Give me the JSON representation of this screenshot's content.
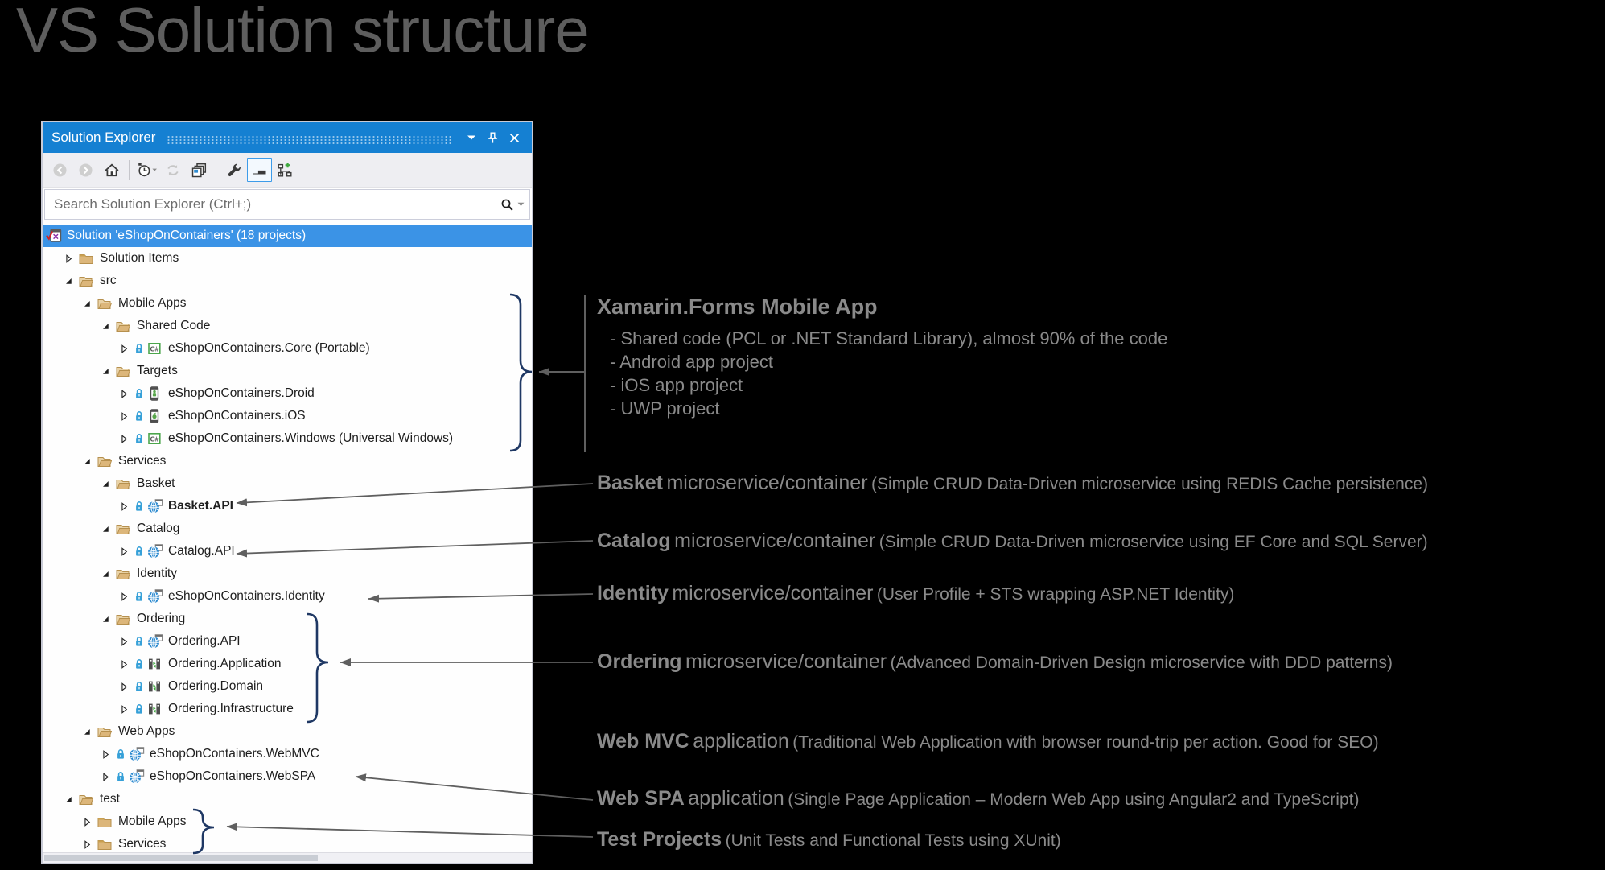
{
  "header": {
    "title": "VS Solution structure"
  },
  "panel": {
    "title": "Solution Explorer",
    "titlebar_icons": [
      "chevron-down-icon",
      "pin-icon",
      "close-icon"
    ],
    "toolbar_groups": [
      [
        "back",
        "forward",
        "home"
      ],
      [
        "history",
        "refresh",
        "collapse-all"
      ],
      [
        "properties",
        "preview-selected-items",
        "sync-with-active-document"
      ]
    ],
    "search": {
      "placeholder": "Search Solution Explorer (Ctrl+;)",
      "icons": [
        "search-icon",
        "chevron-down-icon"
      ]
    }
  },
  "tree": {
    "rows": [
      {
        "label": "Solution 'eShopOnContainers' (18 projects)",
        "level": 0,
        "icon": "solution",
        "selected": true
      },
      {
        "label": "Solution Items",
        "level": 1,
        "icon": "folder",
        "expander": "collapsed"
      },
      {
        "label": "src",
        "level": 1,
        "icon": "folder-open",
        "expander": "expanded"
      },
      {
        "label": "Mobile Apps",
        "level": 2,
        "icon": "folder-open",
        "expander": "expanded"
      },
      {
        "label": "Shared Code",
        "level": 3,
        "icon": "folder-open",
        "expander": "expanded"
      },
      {
        "label": "eShopOnContainers.Core (Portable)",
        "level": 4,
        "icon": "csharp",
        "lock": true,
        "expander": "collapsed"
      },
      {
        "label": "Targets",
        "level": 3,
        "icon": "folder-open",
        "expander": "expanded"
      },
      {
        "label": "eShopOnContainers.Droid",
        "level": 4,
        "icon": "droid",
        "lock": true,
        "expander": "collapsed"
      },
      {
        "label": "eShopOnContainers.iOS",
        "level": 4,
        "icon": "ios",
        "lock": true,
        "expander": "collapsed"
      },
      {
        "label": "eShopOnContainers.Windows (Universal Windows)",
        "level": 4,
        "icon": "csharp",
        "lock": true,
        "expander": "collapsed"
      },
      {
        "label": "Services",
        "level": 2,
        "icon": "folder-open",
        "expander": "expanded"
      },
      {
        "label": "Basket",
        "level": 3,
        "icon": "folder-open",
        "expander": "expanded"
      },
      {
        "label": "Basket.API",
        "level": 4,
        "icon": "web",
        "lock": true,
        "expander": "collapsed",
        "bold": true
      },
      {
        "label": "Catalog",
        "level": 3,
        "icon": "folder-open",
        "expander": "expanded"
      },
      {
        "label": "Catalog.API",
        "level": 4,
        "icon": "web",
        "lock": true,
        "expander": "collapsed"
      },
      {
        "label": "Identity",
        "level": 3,
        "icon": "folder-open",
        "expander": "expanded"
      },
      {
        "label": "eShopOnContainers.Identity",
        "level": 4,
        "icon": "web",
        "lock": true,
        "expander": "collapsed"
      },
      {
        "label": "Ordering",
        "level": 3,
        "icon": "folder-open",
        "expander": "expanded"
      },
      {
        "label": "Ordering.API",
        "level": 4,
        "icon": "web",
        "lock": true,
        "expander": "collapsed"
      },
      {
        "label": "Ordering.Application",
        "level": 4,
        "icon": "library",
        "lock": true,
        "expander": "collapsed"
      },
      {
        "label": "Ordering.Domain",
        "level": 4,
        "icon": "library",
        "lock": true,
        "expander": "collapsed"
      },
      {
        "label": "Ordering.Infrastructure",
        "level": 4,
        "icon": "library",
        "lock": true,
        "expander": "collapsed"
      },
      {
        "label": "Web Apps",
        "level": 2,
        "icon": "folder-open",
        "expander": "expanded"
      },
      {
        "label": "eShopOnContainers.WebMVC",
        "level": 3,
        "icon": "web",
        "lock": true,
        "expander": "collapsed"
      },
      {
        "label": "eShopOnContainers.WebSPA",
        "level": 3,
        "icon": "web",
        "lock": true,
        "expander": "collapsed"
      },
      {
        "label": "test",
        "level": 1,
        "icon": "folder-open",
        "expander": "expanded"
      },
      {
        "label": "Mobile Apps",
        "level": 2,
        "icon": "folder",
        "expander": "collapsed"
      },
      {
        "label": "Services",
        "level": 2,
        "icon": "folder",
        "expander": "collapsed"
      }
    ]
  },
  "annotations": {
    "xamarin": {
      "title": "Xamarin.Forms Mobile App",
      "bullets": [
        "- Shared code (PCL or .NET Standard Library), almost 90% of the code",
        "- Android app project",
        "- iOS app project",
        "- UWP project"
      ]
    },
    "callouts": [
      {
        "bold": "Basket",
        "mid": "microservice/container",
        "paren": "(Simple CRUD Data-Driven microservice using REDIS Cache persistence)"
      },
      {
        "bold": "Catalog",
        "mid": "microservice/container",
        "paren": "(Simple CRUD Data-Driven microservice using EF Core and SQL Server)"
      },
      {
        "bold": "Identity",
        "mid": "microservice/container",
        "paren": "(User Profile + STS wrapping ASP.NET Identity)"
      },
      {
        "bold": "Ordering",
        "mid": "microservice/container",
        "paren": "(Advanced Domain-Driven Design microservice with DDD patterns)"
      },
      {
        "bold": "Web MVC",
        "mid": "application",
        "paren": "(Traditional Web Application with browser round-trip per action. Good for SEO)"
      },
      {
        "bold": "Web SPA",
        "mid": "application",
        "paren": "(Single Page Application – Modern Web App using Angular2 and TypeScript)"
      },
      {
        "bold": "Test Projects",
        "mid": "",
        "paren": "(Unit Tests and Functional Tests using XUnit)"
      }
    ]
  },
  "colors": {
    "titlebar_blue": "#1580d2",
    "selection_blue": "#3b93e6",
    "folder_tan": "#dcb67a",
    "brace_navy": "#1f3864",
    "arrow_gray": "#5f5f5f",
    "annotation_gray": "#8a8a8a",
    "lock_blue": "#36a0d8",
    "globe_blue": "#2e8bd0",
    "project_green": "#57a64a"
  }
}
